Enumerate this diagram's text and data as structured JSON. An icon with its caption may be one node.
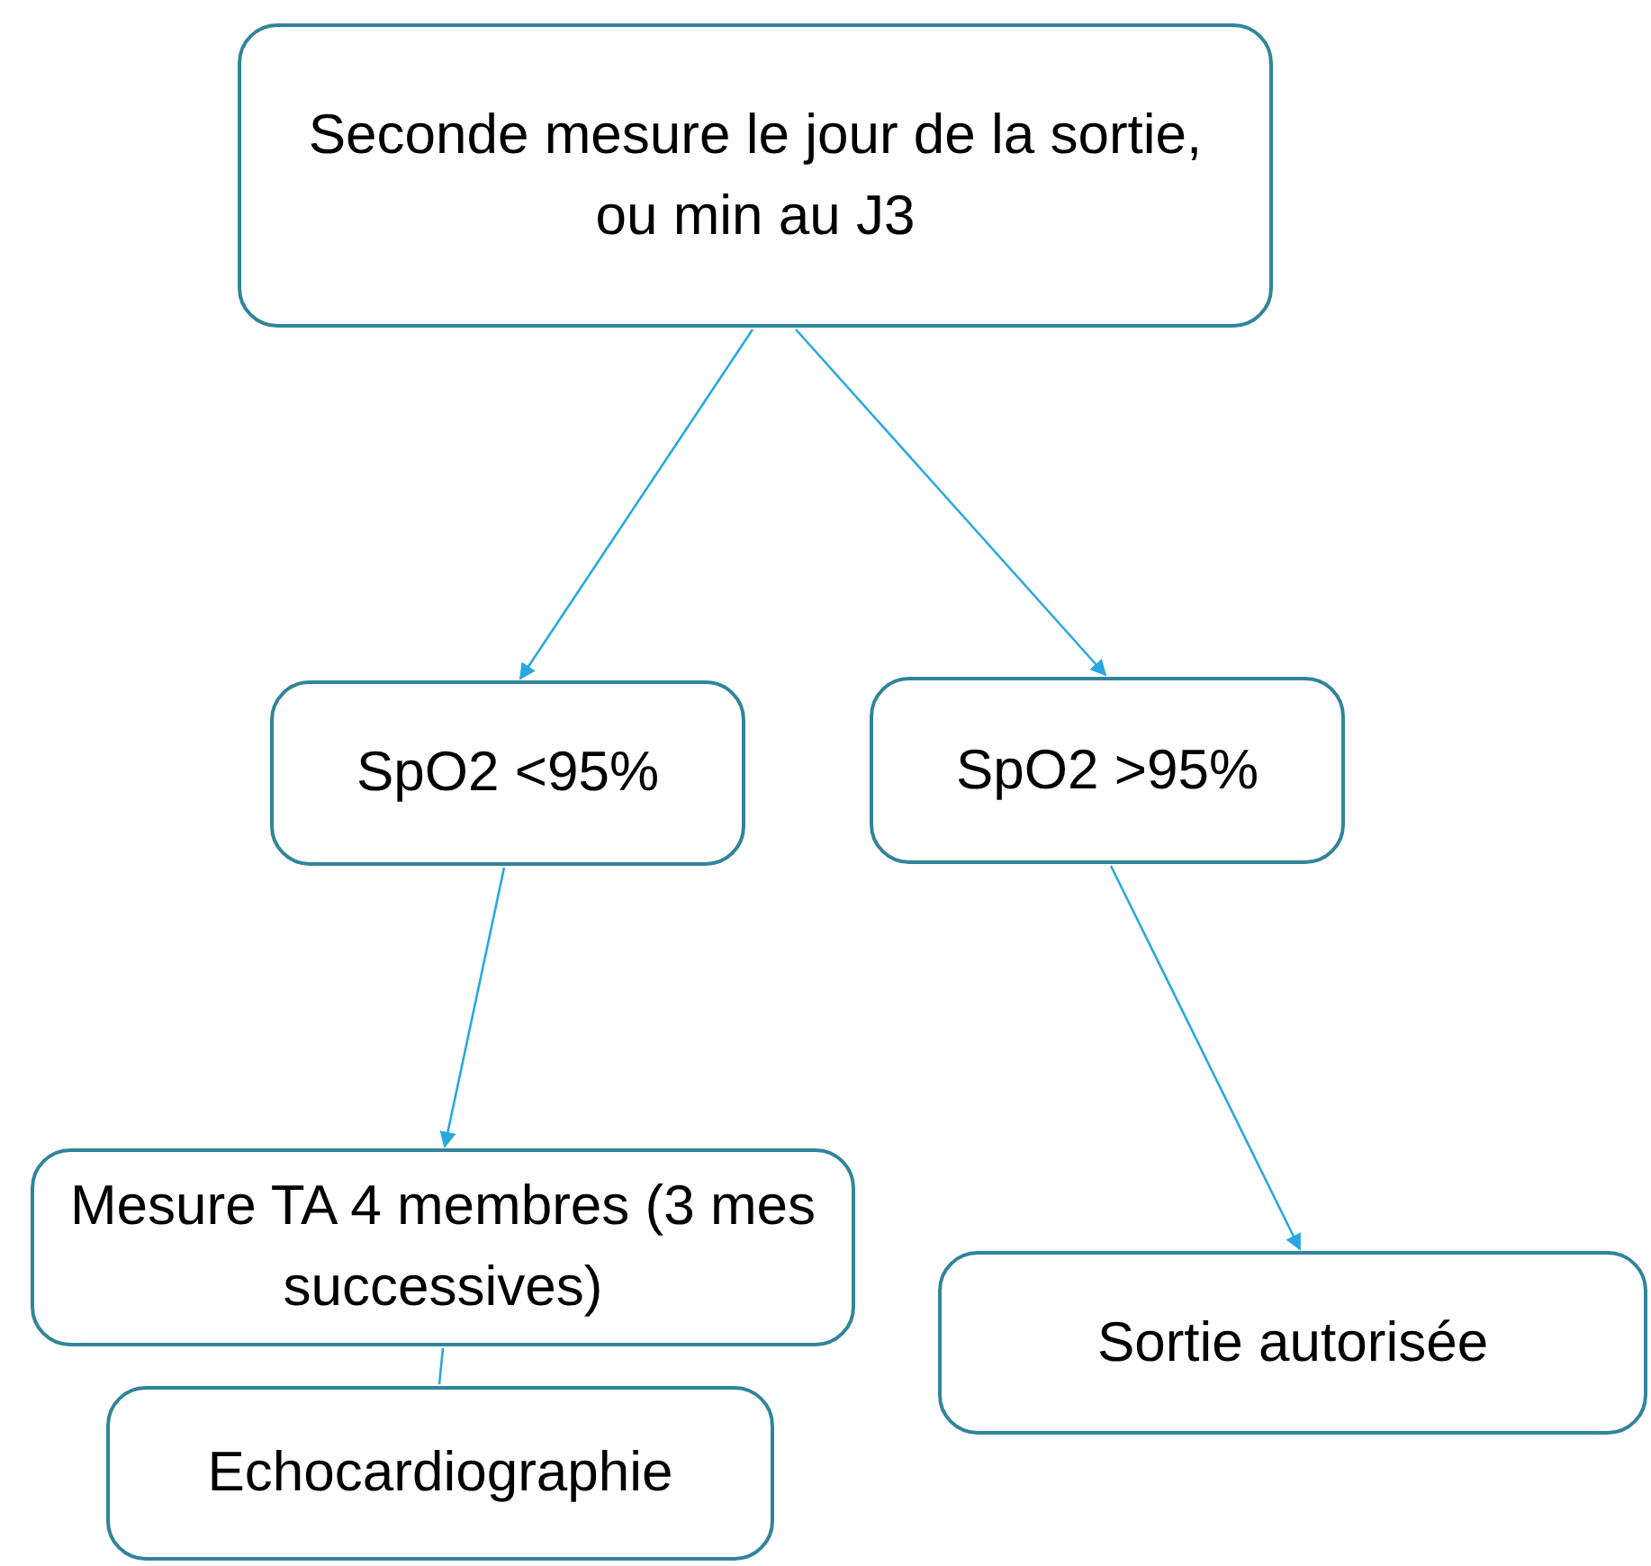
{
  "diagram": {
    "nodes": [
      {
        "text": [
          "Seconde mesure le jour de la sortie, ou min au J3"
        ]
      },
      {
        "text": [
          "SpO2 <95%"
        ]
      },
      {
        "text": [
          "SpO2 >95%"
        ]
      },
      {
        "text": [
          "Mesure TA 4 membres (3 mes successives)"
        ]
      },
      {
        "text": [
          "Sortie autorisée"
        ]
      },
      {
        "text": [
          "Echocardiographie"
        ]
      }
    ],
    "edges": [
      {
        "from": 0,
        "to": 1,
        "arrow": "to"
      },
      {
        "from": 0,
        "to": 2,
        "arrow": "to"
      },
      {
        "from": 1,
        "to": 3,
        "arrow": "to"
      },
      {
        "from": 2,
        "to": 4,
        "arrow": "to"
      },
      {
        "from": 3,
        "to": 5,
        "arrow": "none"
      }
    ]
  }
}
